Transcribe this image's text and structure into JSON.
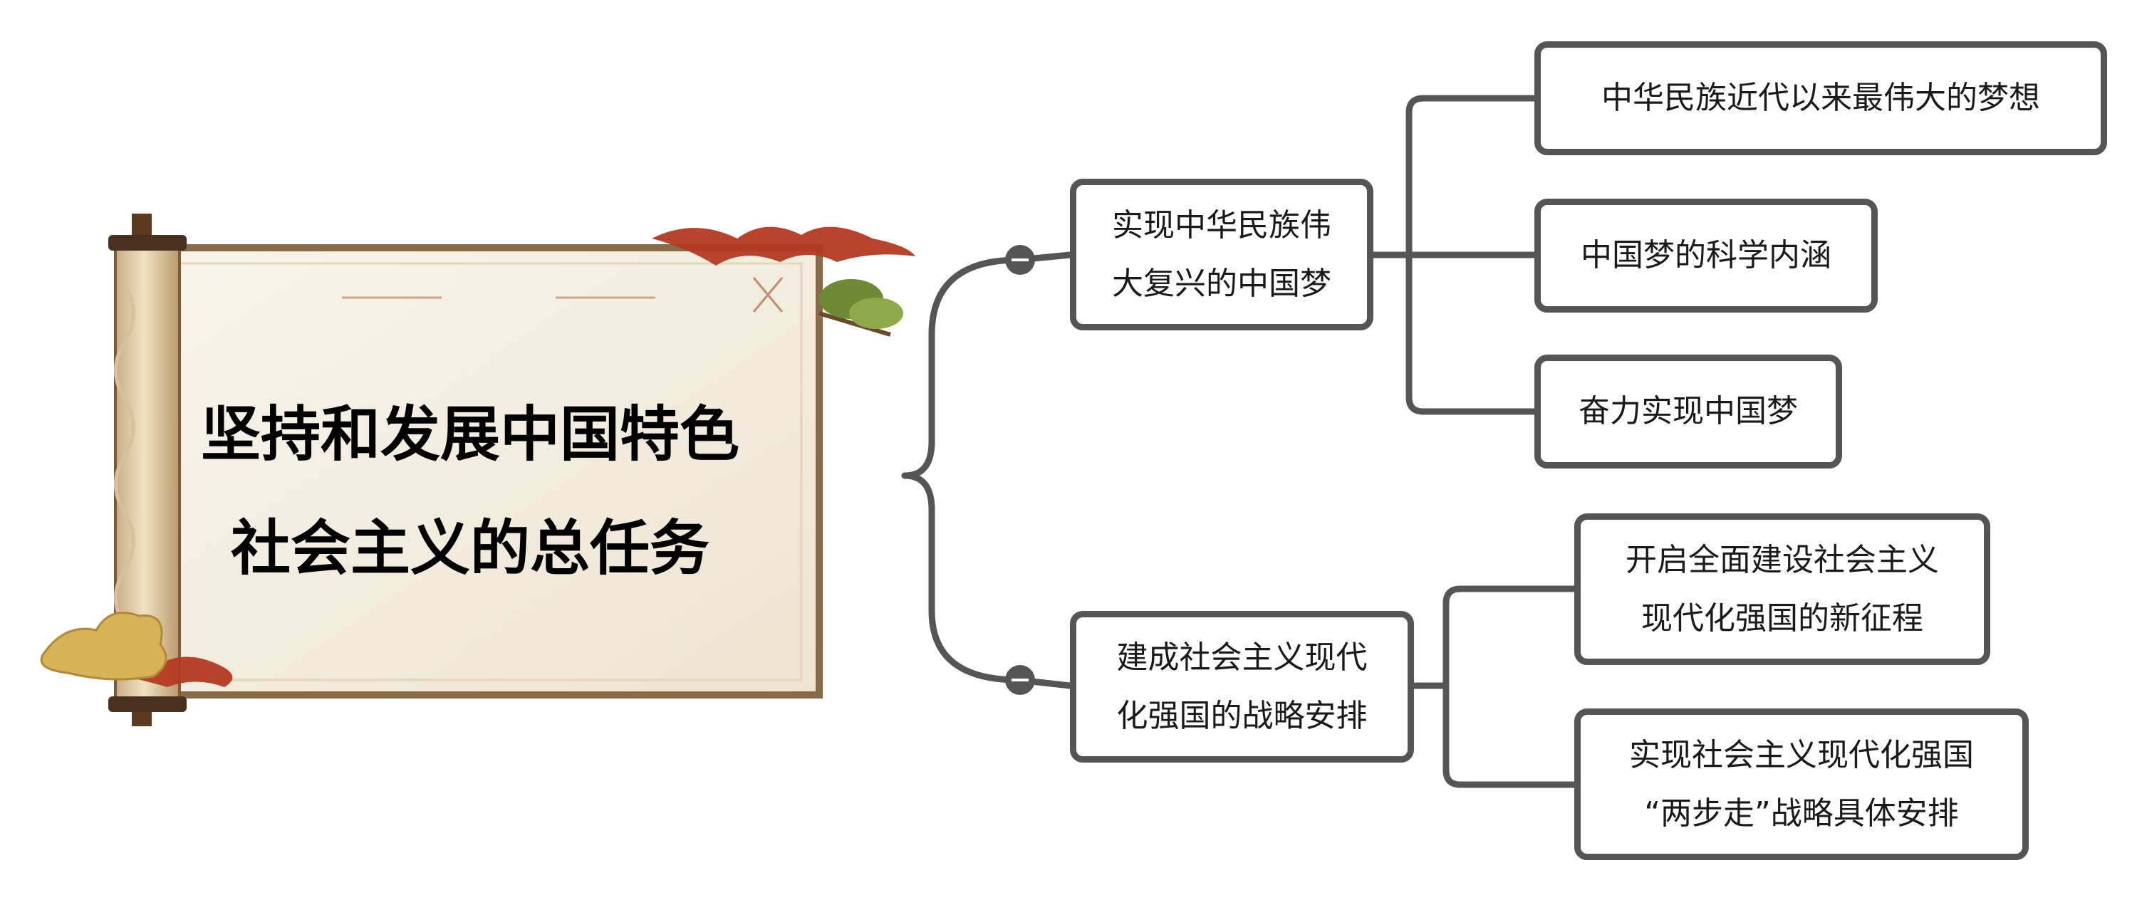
{
  "mindmap": {
    "root": {
      "title": "坚持和发展中国特色\n社会主义的总任务"
    },
    "branches": [
      {
        "label": "实现中华民族伟\n大复兴的中国梦",
        "children": [
          {
            "label": "中华民族近代以来最伟大的梦想"
          },
          {
            "label": "中国梦的科学内涵"
          },
          {
            "label": "奋力实现中国梦"
          }
        ]
      },
      {
        "label": "建成社会主义现代\n化强国的战略安排",
        "children": [
          {
            "label": "开启全面建设社会主义\n现代化强国的新征程"
          },
          {
            "label": "实现社会主义现代化强国\n“两步走”战略具体安排"
          }
        ]
      }
    ]
  },
  "style": {
    "border_color": "#555555",
    "node_fill": "#ffffff",
    "scroll_paper": "#f6f1e6",
    "scroll_frame": "#8a6a46",
    "scroll_rod": "#d9c4a0",
    "cloud_red": "#b43a22",
    "cloud_gold": "#d7b257",
    "pine_green": "#6f8a34"
  },
  "icons": {
    "collapse": "minus-circle-icon",
    "root_decoration": "ancient-scroll",
    "ornaments": [
      "auspicious-cloud",
      "pine-branch"
    ]
  }
}
